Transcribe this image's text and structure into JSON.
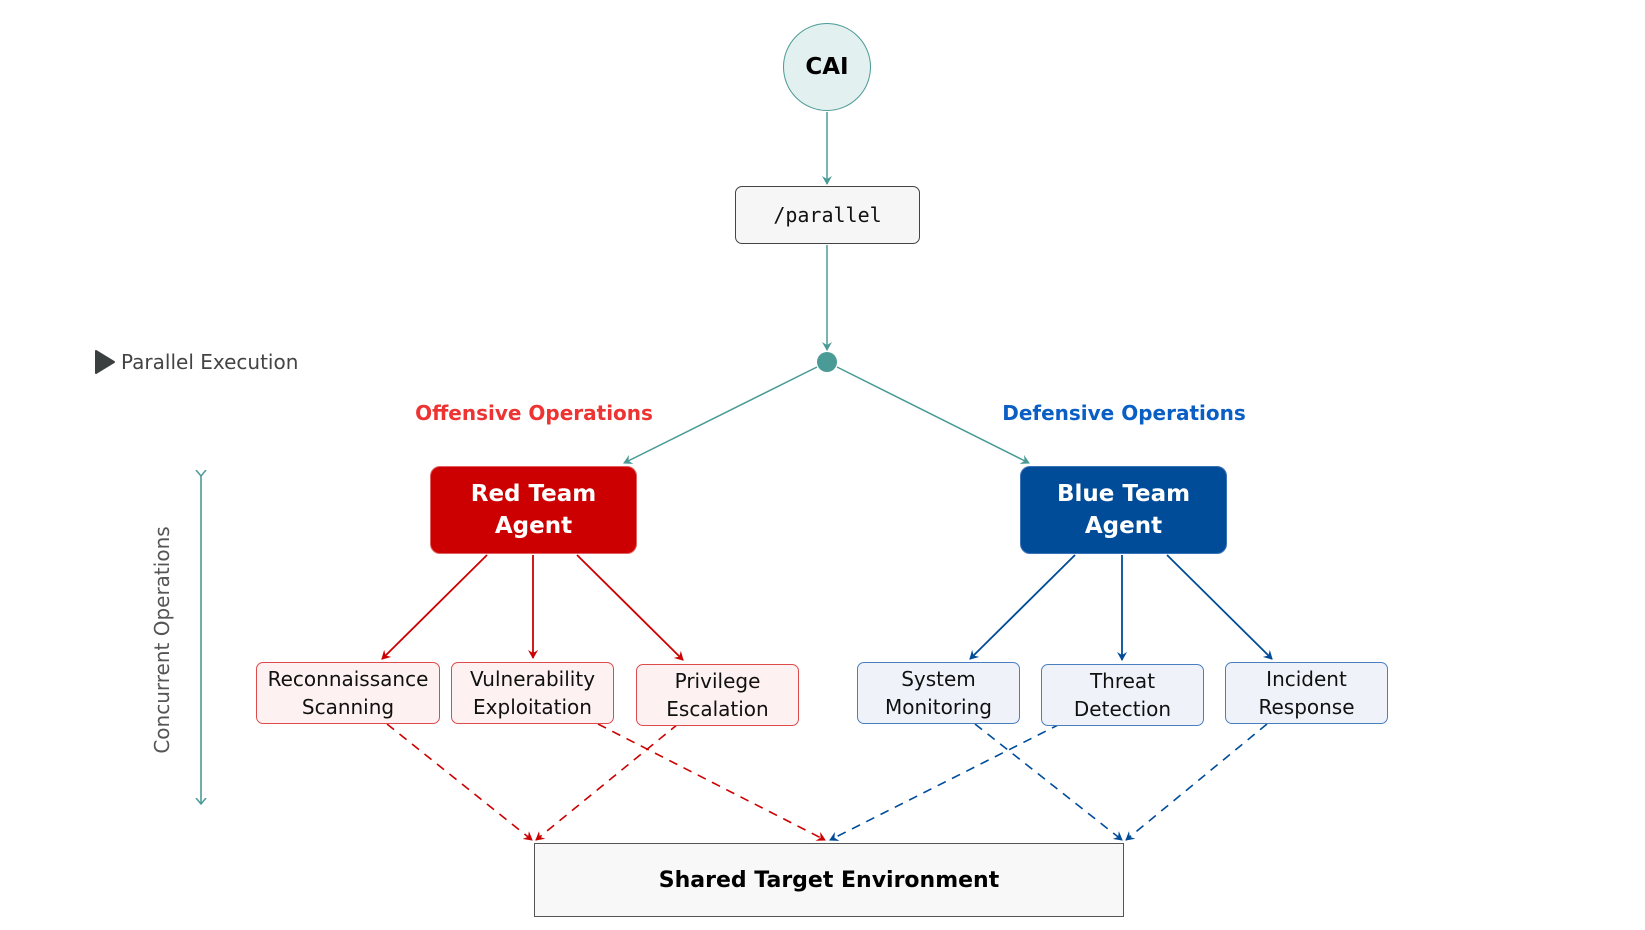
{
  "root": {
    "label": "CAI"
  },
  "command": {
    "label": "/parallel"
  },
  "legend": {
    "parallel_execution": "Parallel Execution",
    "concurrent_operations": "Concurrent Operations"
  },
  "sections": {
    "offensive": "Offensive Operations",
    "defensive": "Defensive Operations"
  },
  "agents": {
    "red": {
      "line1": "Red Team",
      "line2": "Agent"
    },
    "blue": {
      "line1": "Blue Team",
      "line2": "Agent"
    }
  },
  "red_tasks": [
    {
      "line1": "Reconnaissance",
      "line2": "Scanning"
    },
    {
      "line1": "Vulnerability",
      "line2": "Exploitation"
    },
    {
      "line1": "Privilege",
      "line2": "Escalation"
    }
  ],
  "blue_tasks": [
    {
      "line1": "System",
      "line2": "Monitoring"
    },
    {
      "line1": "Threat",
      "line2": "Detection"
    },
    {
      "line1": "Incident",
      "line2": "Response"
    }
  ],
  "target": {
    "label": "Shared Target Environment"
  },
  "colors": {
    "teal": "#4a9a96",
    "red": "#cc0000",
    "red_label": "#ee3333",
    "blue": "#004c99",
    "blue_label": "#0a5fc4",
    "dark": "#444444"
  }
}
